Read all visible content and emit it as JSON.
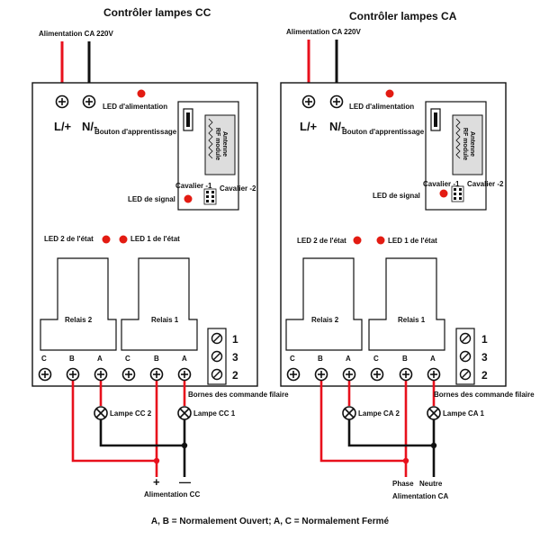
{
  "colors": {
    "red_wire": "#e8101c",
    "black_wire": "#111111",
    "led": "#e31b12",
    "module": "#dddddd"
  },
  "left": {
    "title": "Contrôler lampes CC",
    "power_in": "Alimentation CA 220V",
    "l_plus": "L/+",
    "n_minus": "N/-",
    "led_power": "LED d'alimentation",
    "learn_button": "Bouton d'apprentissage",
    "antenna": "Antenne",
    "rf_module": "RF module",
    "jumper1": "Cavalier -1",
    "jumper2": "Cavalier -2",
    "signal_led": "LED de signal",
    "led_state2": "LED 2 de l'état",
    "led_state1": "LED 1 de l'état",
    "relay2": "Relais 2",
    "relay1": "Relais 1",
    "terms": [
      "C",
      "B",
      "A",
      "C",
      "B",
      "A"
    ],
    "side_nums": [
      "1",
      "3",
      "2"
    ],
    "wired": "Bornes des commande filaire",
    "lamp2": "Lampe CC 2",
    "lamp1": "Lampe CC 1",
    "plus": "+",
    "minus": "—",
    "supply": "Alimentation CC"
  },
  "right": {
    "title": "Contrôler lampes CA",
    "power_in": "Alimentation CA 220V",
    "l_plus": "L/+",
    "n_minus": "N/-",
    "led_power": "LED d'alimentation",
    "learn_button": "Bouton d'apprentissage",
    "antenna": "Antenne",
    "rf_module": "RF module",
    "jumper1": "Cavalier -1",
    "jumper2": "Cavalier -2",
    "signal_led": "LED de signal",
    "led_state2": "LED 2 de l'état",
    "led_state1": "LED 1 de l'état",
    "relay2": "Relais 2",
    "relay1": "Relais 1",
    "terms": [
      "C",
      "B",
      "A",
      "C",
      "B",
      "A"
    ],
    "side_nums": [
      "1",
      "3",
      "2"
    ],
    "wired": "Bornes des commande filaire",
    "lamp2": "Lampe CA 2",
    "lamp1": "Lampe CA 1",
    "phase": "Phase",
    "neutral": "Neutre",
    "supply": "Alimentation CA"
  },
  "footer_note": "A, B = Normalement Ouvert; A, C = Normalement Fermé"
}
